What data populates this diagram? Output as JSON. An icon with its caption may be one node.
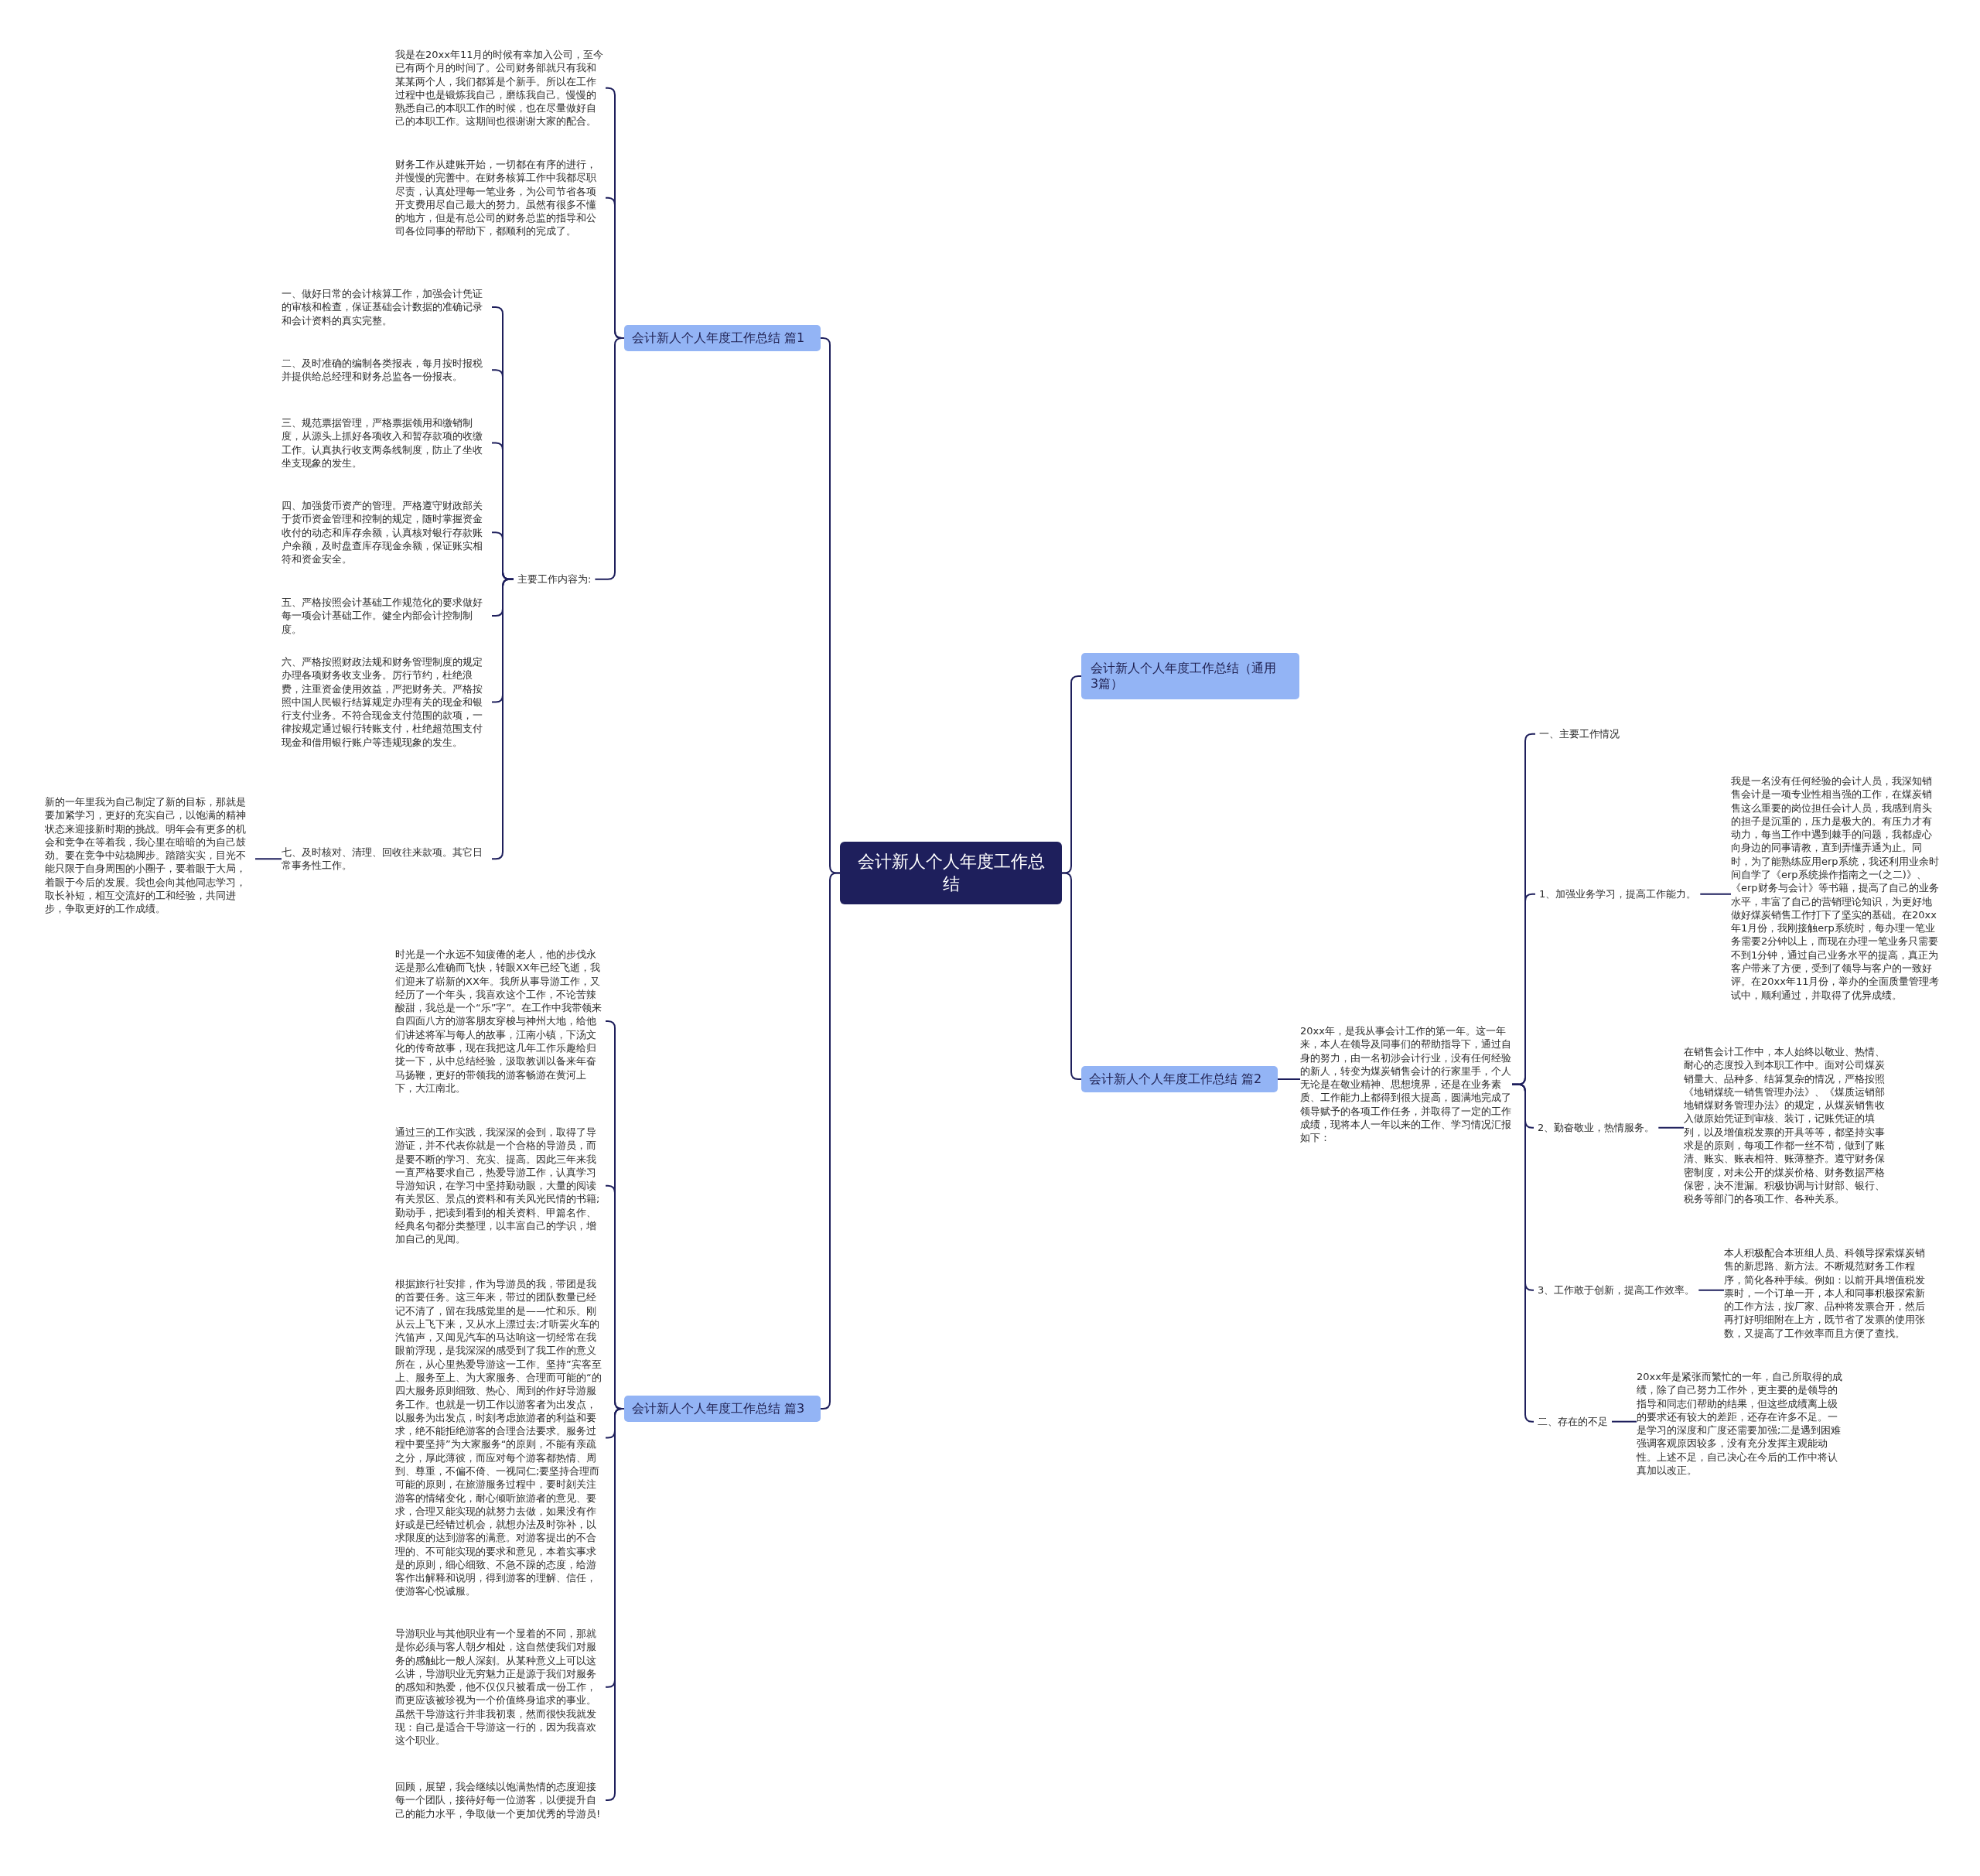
{
  "diagram": {
    "nodes": [
      {
        "text": [
          "会计新人个人年度工作总结"
        ]
      },
      {
        "text": [
          "会计新人个人年度工作总结 篇1"
        ]
      },
      {
        "text": [
          "我是在20xx年11月的时候有幸加入公司，至今已有两个月的时间了。公司财务部就只有我和某某两个人，我们都算是个新手。所以在工作过程中也是锻炼我自己，磨练我自己。慢慢的熟悉自己的本职工作的时候，也在尽量做好自己的本职工作。这期间也很谢谢大家的配合。"
        ]
      },
      {
        "text": [
          "财务工作从建账开始，一切都在有序的进行，并慢慢的完善中。在财务核算工作中我都尽职尽责，认真处理每一笔业务，为公司节省各项开支费用尽自己最大的努力。虽然有很多不懂的地方，但是有总公司的财务总监的指导和公司各位同事的帮助下，都顺利的完成了。"
        ]
      },
      {
        "text": [
          "主要工作内容为:"
        ]
      },
      {
        "text": [
          "一、做好日常的会计核算工作，加强会计凭证的审核和检查，保证基础会计数据的准确记录和会计资料的真实完整。"
        ]
      },
      {
        "text": [
          "二、及时准确的编制各类报表，每月按时报税并提供给总经理和财务总监各一份报表。"
        ]
      },
      {
        "text": [
          "三、规范票据管理，严格票据领用和缴销制度，从源头上抓好各项收入和暂存款项的收缴工作。认真执行收支两条线制度，防止了坐收坐支现象的发生。"
        ]
      },
      {
        "text": [
          "四、加强货币资产的管理。严格遵守财政部关于货币资金管理和控制的规定，随时掌握资金收付的动态和库存余额，认真核对银行存款账户余额，及时盘查库存现金余额，保证账实相符和资金安全。"
        ]
      },
      {
        "text": [
          "五、严格按照会计基础工作规范化的要求做好每一项会计基础工作。健全内部会计控制制度。"
        ]
      },
      {
        "text": [
          "六、严格按照财政法规和财务管理制度的规定办理各项财务收支业务。厉行节约，杜绝浪费，注重资金使用效益，严把财务关。严格按照中国人民银行结算规定办理有关的现金和银行支付业务。不符合现金支付范围的款项，一律按规定通过银行转账支付，杜绝超范围支付现金和借用银行账户等违规现象的发生。"
        ]
      },
      {
        "text": [
          "七、及时核对、清理、回收往来款项。其它日常事务性工作。"
        ]
      },
      {
        "text": [
          "新的一年里我为自己制定了新的目标，那就是要加紧学习，更好的充实自己，以饱满的精神状态来迎接新时期的挑战。明年会有更多的机会和竞争在等着我，我心里在暗暗的为自己鼓劲。要在竞争中站稳脚步。踏踏实实，目光不能只限于自身周围的小圈子，要着眼于大局，着眼于今后的发展。我也会向其他同志学习，取长补短，相互交流好的工和经验，共同进步，争取更好的工作成绩。"
        ]
      },
      {
        "text": [
          "会计新人个人年度工作总结 篇3"
        ]
      },
      {
        "text": [
          "时光是一个永远不知疲倦的老人，他的步伐永远是那么准确而飞快，转眼XX年已经飞逝，我们迎来了崭新的XX年。我所从事导游工作，又经历了一个年头，我喜欢这个工作，不论苦辣酸甜，我总是一个“乐”字”。在工作中我带领来自四面八方的游客朋友穿梭与神州大地，给他们讲述将军与每人的故事，江南小镇，下汤文化的传奇故事，现在我把这几年工作乐趣给归拢一下，从中总结经验，汲取教训以备来年奋马扬鞭，更好的带领我的游客畅游在黄河上下，大江南北。"
        ]
      },
      {
        "text": [
          "通过三的工作实践，我深深的会到，取得了导游证，并不代表你就是一个合格的导游员，而是要不断的学习、充实、提高。因此三年来我一直严格要求自己，热爱导游工作，认真学习导游知识，在学习中坚持勤动眼，大量的阅读有关景区、景点的资料和有关风光民情的书籍;勤动手，把读到看到的相关资料、甲篇名作、经典名句都分类整理，以丰富自己的学识，增加自己的见闻。"
        ]
      },
      {
        "text": [
          "根据旅行社安排，作为导游员的我，带团是我的首要任务。这三年来，带过的团队数量已经记不清了，留在我感觉里的是——忙和乐。刚从云上飞下来，又从水上漂过去;才听罢火车的汽笛声，又闻见汽车的马达响这一切经常在我眼前浮现，是我深深的感受到了我工作的意义所在，从心里热爱导游这一工作。坚持”宾客至上、服务至上、为大家服务、合理而可能的“的四大服务原则细致、热心、周到的作好导游服务工作。也就是一切工作以游客者为出发点，以服务为出发点，时刻考虑旅游者的利益和要求，绝不能拒绝游客的合理合法要求。服务过程中要坚持”为大家服务“的原则，不能有亲疏之分，厚此薄彼，而应对每个游客都热情、周到、尊重，不偏不倚、一视同仁;要坚持合理而可能的原则，在旅游服务过程中，要时刻关注游客的情绪变化，耐心倾听旅游者的意见、要求，合理又能实现的就努力去做，如果没有作好或是已经错过机会，就想办法及时弥补，以求限度的达到游客的满意。对游客提出的不合理的、不可能实现的要求和意见，本着实事求是的原则，细心细致、不急不躁的态度，给游客作出解释和说明，得到游客的理解、信任，使游客心悦诚服。"
        ]
      },
      {
        "text": [
          "导游职业与其他职业有一个显着的不同，那就是你必须与客人朝夕相处，这自然使我们对服务的感触比一般人深刻。从某种意义上可以这么讲，导游职业无穷魅力正是源于我们对服务的感知和热爱，他不仅仅只被看成一份工作，而更应该被珍视为一个价值终身追求的事业。虽然干导游这行并非我初衷，然而很快我就发现：自己是适合干导游这一行的，因为我喜欢这个职业。"
        ]
      },
      {
        "text": [
          "回顾，展望，我会继续以饱满热情的态度迎接每一个团队，接待好每一位游客，以便提升自己的能力水平，争取做一个更加优秀的导游员!"
        ]
      },
      {
        "text": [
          "会计新人个人年度工作总结（通用3篇）"
        ]
      },
      {
        "text": [
          "会计新人个人年度工作总结 篇2"
        ]
      },
      {
        "text": [
          "20xx年，是我从事会计工作的第一年。这一年来，本人在领导及同事们的帮助指导下，通过自身的努力，由一名初涉会计行业，没有任何经验的新人，转变为煤炭销售会计的行家里手，个人无论是在敬业精神、思想境界，还是在业务素质、工作能力上都得到很大提高，圆满地完成了领导赋予的各项工作任务，并取得了一定的工作成绩，现将本人一年以来的工作、学习情况汇报如下："
        ]
      },
      {
        "text": [
          "一、主要工作情况"
        ]
      },
      {
        "text": [
          "1、加强业务学习，提高工作能力。"
        ]
      },
      {
        "text": [
          "我是一名没有任何经验的会计人员，我深知销售会计是一项专业性相当强的工作，在煤炭销售这么重要的岗位担任会计人员，我感到肩头的担子是沉重的，压力是极大的。有压力才有动力，每当工作中遇到棘手的问题，我都虚心向身边的同事请教，直到弄懂弄通为止。同时，为了能熟练应用erp系统，我还利用业余时间自学了《erp系统操作指南之一(之二)》、《erp财务与会计》等书籍，提高了自己的业务水平，丰富了自己的营销理论知识，为更好地做好煤炭销售工作打下了坚实的基础。在20xx年1月份，我刚接触erp系统时，每办理一笔业务需要2分钟以上，而现在办理一笔业务只需要不到1分钟，通过自己业务水平的提高，真正为客户带来了方便，受到了领导与客户的一致好评。在20xx年11月份，举办的全面质量管理考试中，顺利通过，并取得了优异成绩。"
        ]
      },
      {
        "text": [
          "2、勤奋敬业，热情服务。"
        ]
      },
      {
        "text": [
          "在销售会计工作中，本人始终以敬业、热情、耐心的态度投入到本职工作中。面对公司煤炭销量大、品种多、结算复杂的情况，严格按照《地销煤统一销售管理办法》、《煤质运销部地销煤财务管理办法》的规定，从煤炭销售收入做原始凭证到审核、装订，记账凭证的填列，以及增值税发票的开具等等，都坚持实事求是的原则，每项工作都一丝不苟，做到了账清、账实、账表相符、账薄整齐。遵守财务保密制度，对未公开的煤炭价格、财务数据严格保密，决不泄漏。积极协调与计财部、银行、税务等部门的各项工作、各种关系。"
        ]
      },
      {
        "text": [
          "3、工作敢于创新，提高工作效率。"
        ]
      },
      {
        "text": [
          "本人积极配合本班组人员、科领导探索煤炭销售的新思路、新方法。不断规范财务工作程序，简化各种手续。例如：以前开具增值税发票时，一个订单一开，本人和同事积极探索新的工作方法，按厂家、品种将发票合开，然后再打好明细附在上方，既节省了发票的使用张数，又提高了工作效率而且方便了查找。"
        ]
      },
      {
        "text": [
          "二、存在的不足"
        ]
      },
      {
        "text": [
          "20xx年是紧张而繁忙的一年，自己所取得的成绩，除了自己努力工作外，更主要的是领导的指导和同志们帮助的结果，但这些成绩离上级的要求还有较大的差距，还存在许多不足。一是学习的深度和广度还需要加强;二是遇到困难强调客观原因较多，没有充分发挥主观能动性。上述不足，自己决心在今后的工作中将认真加以改正。"
        ]
      }
    ],
    "edges": [
      {
        "from": 0,
        "to": 1,
        "arrow": "none"
      },
      {
        "from": 0,
        "to": 13,
        "arrow": "none"
      },
      {
        "from": 0,
        "to": 19,
        "arrow": "none"
      },
      {
        "from": 0,
        "to": 20,
        "arrow": "none"
      },
      {
        "from": 1,
        "to": 2,
        "arrow": "none"
      },
      {
        "from": 1,
        "to": 3,
        "arrow": "none"
      },
      {
        "from": 1,
        "to": 4,
        "arrow": "none"
      },
      {
        "from": 4,
        "to": 5,
        "arrow": "none"
      },
      {
        "from": 4,
        "to": 6,
        "arrow": "none"
      },
      {
        "from": 4,
        "to": 7,
        "arrow": "none"
      },
      {
        "from": 4,
        "to": 8,
        "arrow": "none"
      },
      {
        "from": 4,
        "to": 9,
        "arrow": "none"
      },
      {
        "from": 4,
        "to": 10,
        "arrow": "none"
      },
      {
        "from": 4,
        "to": 11,
        "arrow": "none"
      },
      {
        "from": 11,
        "to": 12,
        "arrow": "none"
      },
      {
        "from": 13,
        "to": 14,
        "arrow": "none"
      },
      {
        "from": 13,
        "to": 15,
        "arrow": "none"
      },
      {
        "from": 13,
        "to": 16,
        "arrow": "none"
      },
      {
        "from": 13,
        "to": 17,
        "arrow": "none"
      },
      {
        "from": 13,
        "to": 18,
        "arrow": "none"
      },
      {
        "from": 20,
        "to": 21,
        "arrow": "none"
      },
      {
        "from": 21,
        "to": 22,
        "arrow": "none"
      },
      {
        "from": 21,
        "to": 23,
        "arrow": "none"
      },
      {
        "from": 23,
        "to": 24,
        "arrow": "none"
      },
      {
        "from": 21,
        "to": 25,
        "arrow": "none"
      },
      {
        "from": 25,
        "to": 26,
        "arrow": "none"
      },
      {
        "from": 21,
        "to": 27,
        "arrow": "none"
      },
      {
        "from": 27,
        "to": 28,
        "arrow": "none"
      },
      {
        "from": 21,
        "to": 29,
        "arrow": "none"
      },
      {
        "from": 29,
        "to": 30,
        "arrow": "none"
      }
    ]
  }
}
